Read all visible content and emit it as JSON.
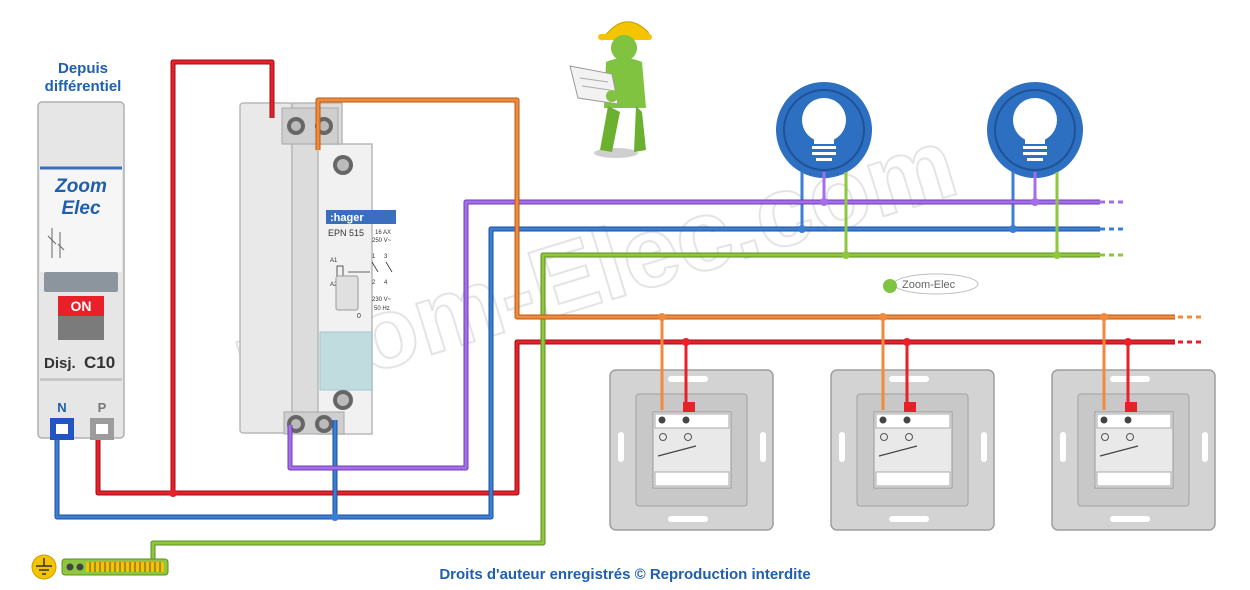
{
  "title": {
    "line1": "Depuis",
    "line2": "différentiel"
  },
  "breaker": {
    "brand_line1": "Zoom",
    "brand_line2": "Elec",
    "status_label": "ON",
    "rating_prefix": "Disj.",
    "rating": "C10",
    "terminal_n": "N",
    "terminal_p": "P"
  },
  "relay": {
    "brand": ":hager",
    "model": "EPN 515",
    "current": "16 AX",
    "voltage_contact": "250 V~",
    "coil_voltage": "230 V~",
    "frequency": "50 Hz",
    "coil_a1": "A1",
    "coil_a2": "A2",
    "contact_1": "1",
    "contact_2": "2",
    "contact_3": "3",
    "contact_4": "4",
    "switch_0": "0"
  },
  "watermark": {
    "big": "Zoom-Elec.com",
    "small": "Zoom-Elec"
  },
  "footer": {
    "copyright": "Droits d'auteur enregistrés © Reproduction interdite"
  },
  "colors": {
    "phase": "#e8202a",
    "neutral": "#3a7fd5",
    "earth": "#8ec63f",
    "control": "#f08a3c",
    "lamp_return": "#a56ee8",
    "text_blue": "#1f5fae"
  },
  "icons": [
    "lamp-icon",
    "worker-icon",
    "earth-symbol-icon",
    "push-button-icon"
  ]
}
